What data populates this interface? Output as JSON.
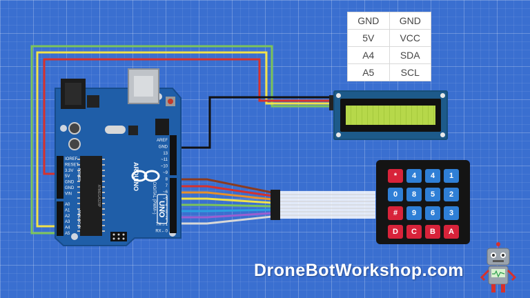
{
  "pin_table": [
    [
      "GND",
      "GND"
    ],
    [
      "5V",
      "VCC"
    ],
    [
      "A4",
      "SDA"
    ],
    [
      "A5",
      "SCL"
    ]
  ],
  "board": {
    "digital_labels": [
      "AREF",
      "GND",
      "13",
      "~11",
      "~10",
      "~9",
      "8",
      "7",
      "~6",
      "~5",
      "4",
      "~3",
      "2",
      "TX→1",
      "RX←0"
    ],
    "power_labels": [
      "IOREF",
      "RESET",
      "3.3V",
      "5V",
      "GND",
      "GND",
      "VIN"
    ],
    "analog_labels": [
      "A0",
      "A1",
      "A2",
      "A3",
      "A4",
      "A5"
    ],
    "brand_text": "ARDUINO",
    "model_text": "UNO",
    "digital_header_text": "DIGITAL (PWM~)",
    "power_header_text": "POWER",
    "analog_header_text": "ANALOG IN",
    "chip_text": "ATMEGA328P"
  },
  "keypad_keys": [
    {
      "label": "*",
      "color": "red"
    },
    {
      "label": "4",
      "color": "blue"
    },
    {
      "label": "4",
      "color": "blue"
    },
    {
      "label": "1",
      "color": "blue"
    },
    {
      "label": "0",
      "color": "blue"
    },
    {
      "label": "8",
      "color": "blue"
    },
    {
      "label": "5",
      "color": "blue"
    },
    {
      "label": "2",
      "color": "blue"
    },
    {
      "label": "#",
      "color": "red"
    },
    {
      "label": "9",
      "color": "blue"
    },
    {
      "label": "6",
      "color": "blue"
    },
    {
      "label": "3",
      "color": "blue"
    },
    {
      "label": "D",
      "color": "red"
    },
    {
      "label": "C",
      "color": "red"
    },
    {
      "label": "B",
      "color": "red"
    },
    {
      "label": "A",
      "color": "red"
    }
  ],
  "site_text": "DroneBotWorkshop.com",
  "colors": {
    "background": "#3a6fd0",
    "board": "#1f5ea8",
    "wire_red": "#d6312c",
    "wire_yellow": "#f2e24a",
    "wire_green": "#7cc35a",
    "wire_black": "#111111",
    "keypad_red": "#d8233a",
    "keypad_blue": "#2f7fd6",
    "lcd_screen": "#b6d84a"
  },
  "icons": [
    "robot-mascot-icon"
  ]
}
